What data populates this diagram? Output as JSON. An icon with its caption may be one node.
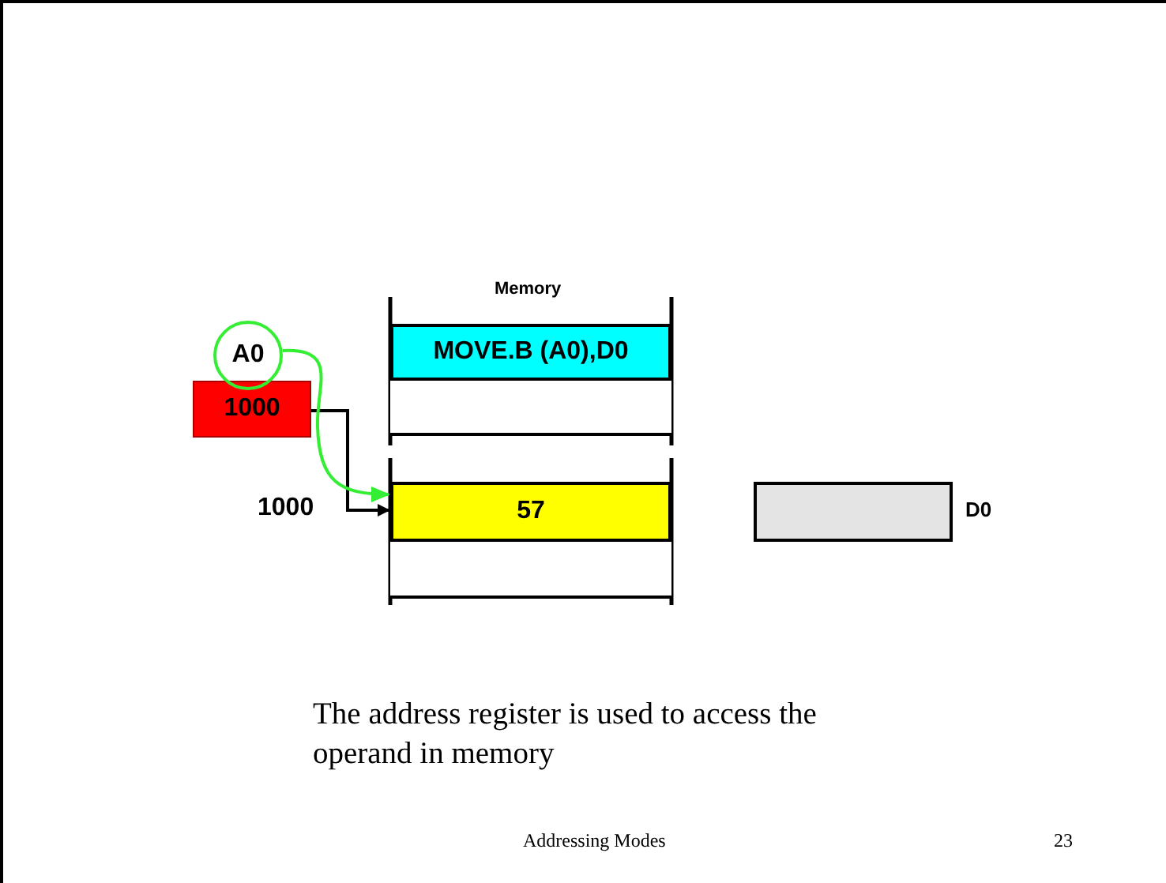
{
  "diagram": {
    "nodes": [
      {
        "text": [
          "A0"
        ]
      },
      {
        "text": [
          "1000"
        ]
      },
      {
        "text": [
          "MOVE.B (A0),D0"
        ]
      },
      {
        "text": [],
        "shape": "box"
      },
      {
        "text": [
          "57"
        ],
        "beside": [
          "1000"
        ]
      },
      {
        "text": [],
        "shape": "box"
      },
      {
        "text": [],
        "shape": "box",
        "beside": [
          "D0"
        ]
      }
    ],
    "edges": [
      {
        "from": 1,
        "to": 4,
        "arrow": "to"
      },
      {
        "from": 0,
        "to": 4,
        "arrow": "to",
        "color": "#33ee33"
      }
    ],
    "labels": [
      "Memory",
      "The address register is used to access the operand in memory",
      "Addressing Modes",
      "23"
    ]
  }
}
